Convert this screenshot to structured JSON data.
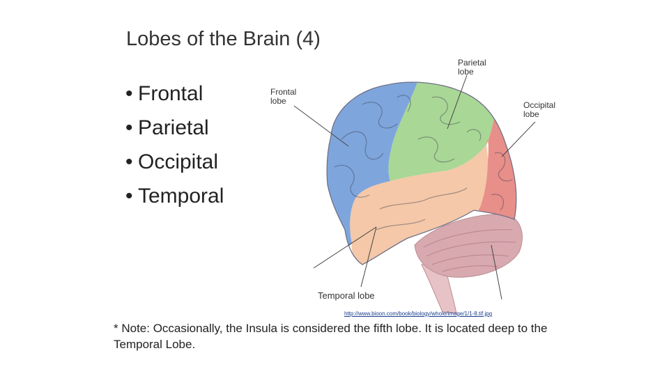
{
  "slide": {
    "title": "Lobes of the Brain (4)",
    "bullets": [
      {
        "label": "Frontal"
      },
      {
        "label": "Parietal"
      },
      {
        "label": "Occipital"
      },
      {
        "label": "Temporal"
      }
    ],
    "bullet_symbol": "•",
    "figure": {
      "labels": {
        "frontal": "Frontal\nlobe",
        "parietal": "Parietal\nlobe",
        "occipital": "Occipital\nlobe",
        "temporal": "Temporal lobe"
      },
      "colors": {
        "frontal": "#7ea6dc",
        "parietal": "#a9d796",
        "occipital": "#e88f8a",
        "temporal": "#f4c8a8",
        "cerebellum": "#d9a9b0",
        "brainstem": "#e7c2c6"
      }
    },
    "source_link": "http://www.bioon.com/book/biology/whole/image/1/1-8.tif.jpg",
    "note": "*  Note:  Occasionally, the Insula is considered the fifth lobe.  It is located deep to the Temporal Lobe."
  }
}
